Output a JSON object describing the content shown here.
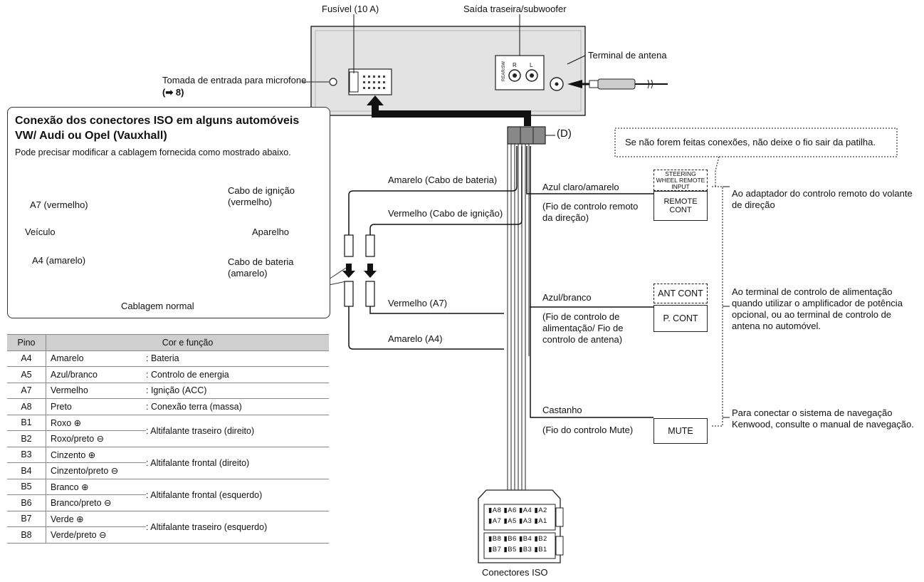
{
  "labels": {
    "fuse": "Fusível (10 A)",
    "rear_out": "Saída traseira/subwoofer",
    "antenna_terminal": "Terminal de antena",
    "mic_input": "Tomada de entrada para microfone",
    "mic_ref": "(➡ 8)",
    "connector_d": "(D)",
    "iso_connectors": "Conectores ISO",
    "rear_sw_small": "REAR/SW",
    "rear_r": "R",
    "rear_l": "L"
  },
  "callout": {
    "title": "Conexão dos conectores ISO em alguns automóveis VW/ Audi ou Opel (Vauxhall)",
    "subtitle": "Pode precisar modificar a cablagem fornecida como mostrado abaixo.",
    "a7": "A7 (vermelho)",
    "vehicle": "Veículo",
    "a4": "A4 (amarelo)",
    "ignition_cable": "Cabo de ignição (vermelho)",
    "unit": "Aparelho",
    "battery_cable": "Cabo de bateria (amarelo)",
    "normal_wiring": "Cablagem normal"
  },
  "wires": {
    "yellow_battery": "Amarelo (Cabo de bateria)",
    "red_ignition": "Vermelho (Cabo de ignição)",
    "red_a7": "Vermelho (A7)",
    "yellow_a4": "Amarelo (A4)",
    "light_blue": "Azul claro/amarelo",
    "light_blue_desc": "(Fio de controlo remoto da direção)",
    "blue_white": "Azul/branco",
    "blue_white_desc": "(Fio de controlo de alimentação/ Fio de controlo de antena)",
    "brown": "Castanho",
    "brown_desc": "(Fio do controlo Mute)"
  },
  "terminals": {
    "steering_wheel": "STEERING WHEEL REMOTE INPUT",
    "remote_cont": "REMOTE CONT",
    "ant_cont": "ANT CONT",
    "p_cont": "P. CONT",
    "mute": "MUTE"
  },
  "notes": {
    "no_connection": "Se não forem feitas conexões, não deixe o fio sair da patilha.",
    "steering_adapter": "Ao adaptador do controlo remoto do volante de direção",
    "power_control": "Ao terminal de controlo de alimentação quando utilizar o amplificador de potência opcional, ou ao terminal de controlo de antena no automóvel.",
    "kenwood_nav": "Para conectar o sistema de navegação Kenwood, consulte o manual de navegação."
  },
  "iso_pins": {
    "row_a1": "▮A8 ▮A6 ▮A4 ▮A2",
    "row_a2": "▮A7 ▮A5 ▮A3 ▮A1",
    "row_b1": "▮B8 ▮B6 ▮B4 ▮B2",
    "row_b2": "▮B7 ▮B5 ▮B3 ▮B1"
  },
  "table": {
    "header_pin": "Pino",
    "header_func": "Cor e função",
    "rows": [
      {
        "pin": "A4",
        "color": "Amarelo",
        "func": ": Bateria"
      },
      {
        "pin": "A5",
        "color": "Azul/branco",
        "func": ": Controlo de energia"
      },
      {
        "pin": "A7",
        "color": "Vermelho",
        "func": ": Ignição (ACC)"
      },
      {
        "pin": "A8",
        "color": "Preto",
        "func": ": Conexão terra (massa)"
      },
      {
        "pin": "B1",
        "color": "Roxo ⊕",
        "func": ": Altifalante traseiro (direito)"
      },
      {
        "pin": "B2",
        "color": "Roxo/preto ⊖",
        "func": ""
      },
      {
        "pin": "B3",
        "color": "Cinzento ⊕",
        "func": ": Altifalante frontal (direito)"
      },
      {
        "pin": "B4",
        "color": "Cinzento/preto ⊖",
        "func": ""
      },
      {
        "pin": "B5",
        "color": "Branco ⊕",
        "func": ": Altifalante frontal (esquerdo)"
      },
      {
        "pin": "B6",
        "color": "Branco/preto ⊖",
        "func": ""
      },
      {
        "pin": "B7",
        "color": "Verde ⊕",
        "func": ": Altifalante traseiro (esquerdo)"
      },
      {
        "pin": "B8",
        "color": "Verde/preto ⊖",
        "func": ""
      }
    ]
  }
}
